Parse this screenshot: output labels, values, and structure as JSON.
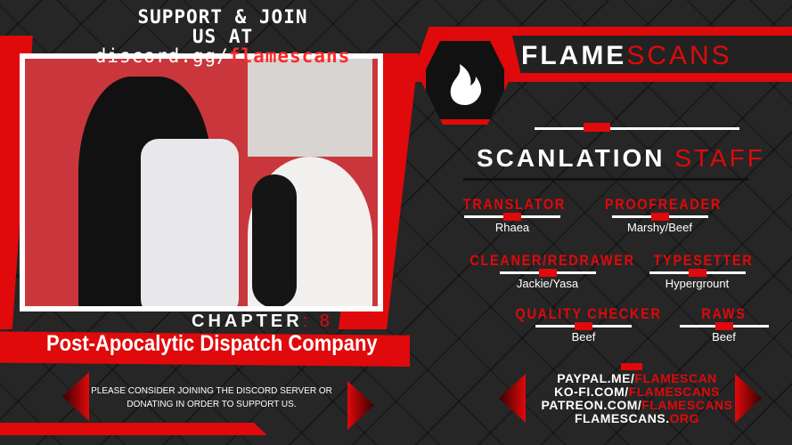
{
  "header": {
    "support_line1": "SUPPORT & JOIN",
    "support_prefix": "US AT ",
    "support_url_a": "discord.gg/",
    "support_url_b": "flamescans"
  },
  "brand": {
    "part1": "FLAME",
    "part2": "SCANS"
  },
  "staff_heading": {
    "part1": "SCANLATION ",
    "part2": "STAFF"
  },
  "roles": [
    {
      "role": "TRANSLATOR",
      "name": "Rhaea"
    },
    {
      "role": "PROOFREADER",
      "name": "Marshy/Beef"
    },
    {
      "role": "CLEANER/REDRAWER",
      "name": "Jackie/Yasa"
    },
    {
      "role": "TYPESETTER",
      "name": "Hypergrount"
    },
    {
      "role": "QUALITY CHECKER",
      "name": "Beef"
    },
    {
      "role": "RAWS",
      "name": "Beef"
    }
  ],
  "chapter": {
    "label": "CHAPTER",
    "sep": ": ",
    "number": "8"
  },
  "series_title": "Post-Apocalytic Dispatch Company",
  "note": "PLEASE CONSIDER JOINING THE DISCORD SERVER OR DONATING IN ORDER TO SUPPORT US.",
  "links": [
    {
      "a": "PAYPAL.ME/",
      "b": "FLAMESCAN"
    },
    {
      "a": "KO-FI.COM/",
      "b": "FLAMESCANS"
    },
    {
      "a": "PATREON.COM/",
      "b": "FLAMESCANS"
    },
    {
      "a": "FLAMESCANS.",
      "b": "ORG"
    }
  ],
  "colors": {
    "accent": "#e0090b",
    "background": "#232323"
  }
}
